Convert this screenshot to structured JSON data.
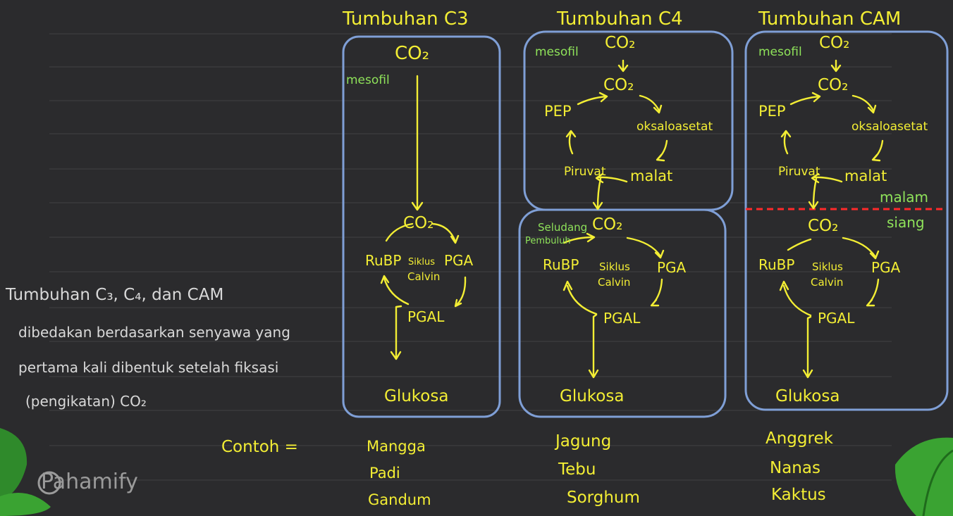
{
  "titles": {
    "c3": "Tumbuhan C3",
    "c4": "Tumbuhan C4",
    "cam": "Tumbuhan CAM"
  },
  "c3": {
    "co2_top": "CO₂",
    "mesofil": "mesofil",
    "co2_mid": "CO₂",
    "rubp": "RuBP",
    "siklus": "Siklus",
    "calvin": "Calvin",
    "pga": "PGA",
    "pgal": "PGAL",
    "glukosa": "Glukosa"
  },
  "c4": {
    "mesofil": "mesofil",
    "co2_top": "CO₂",
    "co2_2": "CO₂",
    "pep": "PEP",
    "oksaloasetat": "oksaloasetat",
    "piruvat": "Piruvat",
    "malat": "malat",
    "seludang": "Seludang",
    "pembuluh": "Pembuluh",
    "co2_bs": "CO₂",
    "rubp": "RuBP",
    "siklus": "Siklus",
    "calvin": "Calvin",
    "pga": "PGA",
    "pgal": "PGAL",
    "glukosa": "Glukosa"
  },
  "cam": {
    "mesofil": "mesofil",
    "co2_top": "CO₂",
    "co2_2": "CO₂",
    "pep": "PEP",
    "oksaloasetat": "oksaloasetat",
    "piruvat": "Piruvat",
    "malat": "malat",
    "malam": "malam",
    "siang": "siang",
    "co2_day": "CO₂",
    "rubp": "RuBP",
    "siklus": "Siklus",
    "calvin": "Calvin",
    "pga": "PGA",
    "pgal": "PGAL",
    "glukosa": "Glukosa"
  },
  "notes": {
    "line1": "Tumbuhan  C₃, C₄, dan CAM",
    "line2": "dibedakan berdasarkan senyawa yang",
    "line3": "pertama kali dibentuk setelah fiksasi",
    "line4": "(pengikatan) CO₂"
  },
  "examples": {
    "label": "Contoh =",
    "c3": [
      "Mangga",
      "Padi",
      "Gandum"
    ],
    "c4": [
      "Jagung",
      "Tebu",
      "Sorghum"
    ],
    "cam": [
      "Anggrek",
      "Nanas",
      "Kaktus"
    ]
  },
  "brand": "Pahamify",
  "colors": {
    "background": "#2b2b2d",
    "text": "#f3ee34",
    "label": "#8fe35a",
    "box": "#7f9fd6",
    "divider": "#ff2a2a"
  }
}
